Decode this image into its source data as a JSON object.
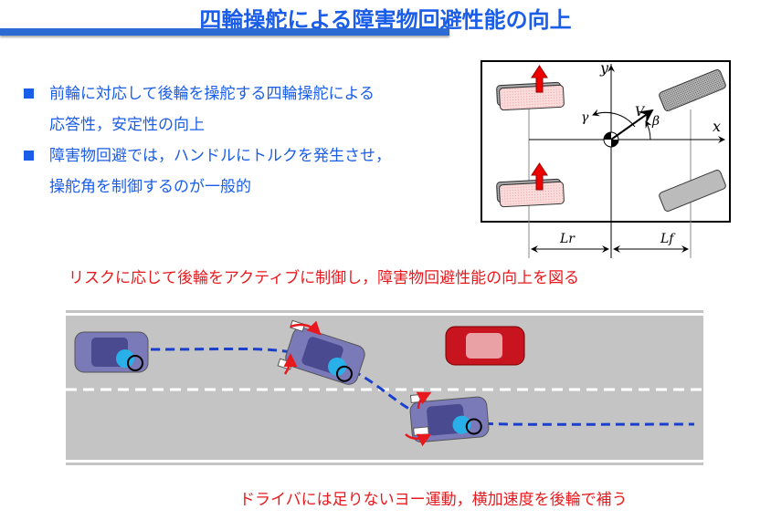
{
  "title": "四輪操舵による障害物回避性能の向上",
  "bullets": [
    {
      "line1": "前輪に対応して後輪を操舵する四輪操舵による",
      "line2": "応答性，安定性の向上"
    },
    {
      "line1": "障害物回避では，ハンドルにトルクを発生させ，",
      "line2": "操舵角を制御するのが一般的"
    }
  ],
  "diagram": {
    "x": "x",
    "y": "y",
    "V": "V",
    "beta": "β",
    "gamma": "γ",
    "Lr": "Lr",
    "Lf": "Lf"
  },
  "callout1": "リスクに応じて後輪をアクティブに制御し，障害物回避性能の向上を図る",
  "callout2": "ドライバには足りないヨー運動，横加速度を後輪で補う",
  "colors": {
    "accent": "#1a5de8",
    "alert": "#e8191e",
    "road": "#c4c4c4",
    "path": "#1a3fcc"
  }
}
